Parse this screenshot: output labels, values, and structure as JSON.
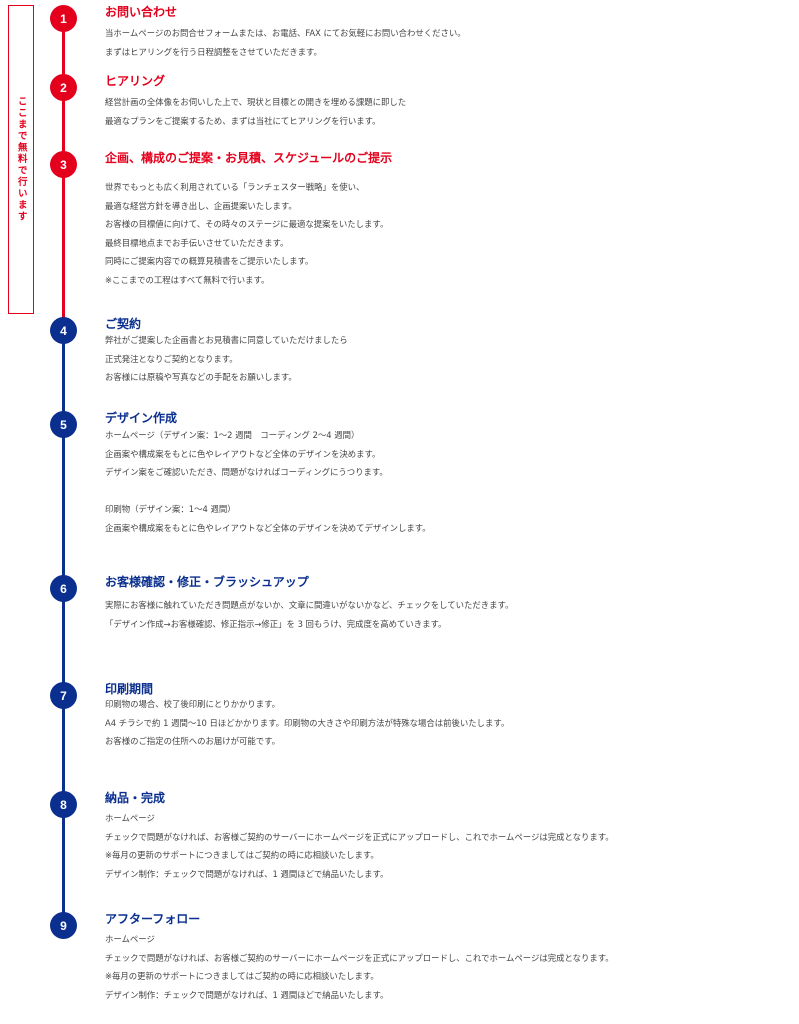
{
  "side_note": "ここまで無料で行います",
  "colors": {
    "red": "#e4001c",
    "blue": "#0a2f8f"
  },
  "steps": [
    {
      "number": "1",
      "title": "お問い合わせ",
      "lines": [
        "当ホームページのお問合せフォームまたは、お電話、FAX にてお気軽にお問い合わせください。",
        "まずはヒアリングを行う日程調整をさせていただきます。"
      ]
    },
    {
      "number": "2",
      "title": "ヒアリング",
      "lines": [
        "経営計画の全体像をお伺いした上で、現状と目標との開きを埋める課題に即した",
        "最適なプランをご提案するため、まずは当社にてヒアリングを行います。"
      ]
    },
    {
      "number": "3",
      "title": "企画、構成のご提案・お見積、スケジュールのご提示",
      "lines": [
        "世界でもっとも広く利用されている「ランチェスター戦略」を使い、",
        "最適な経営方針を導き出し、企画提案いたします。",
        "お客様の目標値に向けて、その時々のステージに最適な提案をいたします。",
        "最終目標地点までお手伝いさせていただきます。",
        "同時にご提案内容での概算見積書をご提示いたします。",
        "※ここまでの工程はすべて無料で行います。"
      ]
    },
    {
      "number": "4",
      "title": "ご契約",
      "lines": [
        "弊社がご提案した企画書とお見積書に同意していただけましたら",
        "正式発注となりご契約となります。",
        "お客様には原稿や写真などの手配をお願いします。"
      ]
    },
    {
      "number": "5",
      "title": "デザイン作成",
      "lines": [
        "ホームページ（デザイン案：1〜2 週間　コーディング 2〜4 週間）",
        "企画案や構成案をもとに色やレイアウトなど全体のデザインを決めます。",
        "デザイン案をご確認いただき、問題がなければコーディングにうつります。",
        "",
        "印刷物（デザイン案：1〜4 週間）",
        "企画案や構成案をもとに色やレイアウトなど全体のデザインを決めてデザインします。"
      ]
    },
    {
      "number": "6",
      "title": "お客様確認・修正・ブラッシュアップ",
      "lines": [
        "実際にお客様に触れていただき問題点がないか、文章に間違いがないかなど、チェックをしていただきます。",
        "「デザイン作成→お客様確認、修正指示→修正」を 3 回もうけ、完成度を高めていきます。"
      ]
    },
    {
      "number": "7",
      "title": "印刷期間",
      "lines": [
        "印刷物の場合、校了後印刷にとりかかります。",
        "A4 チラシで約 1 週間〜10 日ほどかかります。印刷物の大きさや印刷方法が特殊な場合は前後いたします。",
        "お客様のご指定の住所へのお届けが可能です。"
      ]
    },
    {
      "number": "8",
      "title": "納品・完成",
      "lines": [
        "ホームページ",
        "チェックで問題がなければ、お客様ご契約のサーバーにホームページを正式にアップロードし、これでホームページは完成となります。",
        "※毎月の更新のサポートにつきましてはご契約の時に応相談いたします。",
        "デザイン制作：チェックで問題がなければ、1 週間ほどで納品いたします。"
      ]
    },
    {
      "number": "9",
      "title": "アフターフォロー",
      "lines": [
        "ホームページ",
        "チェックで問題がなければ、お客様ご契約のサーバーにホームページを正式にアップロードし、これでホームページは完成となります。",
        "※毎月の更新のサポートにつきましてはご契約の時に応相談いたします。",
        "デザイン制作：チェックで問題がなければ、1 週間ほどで納品いたします。"
      ]
    }
  ]
}
